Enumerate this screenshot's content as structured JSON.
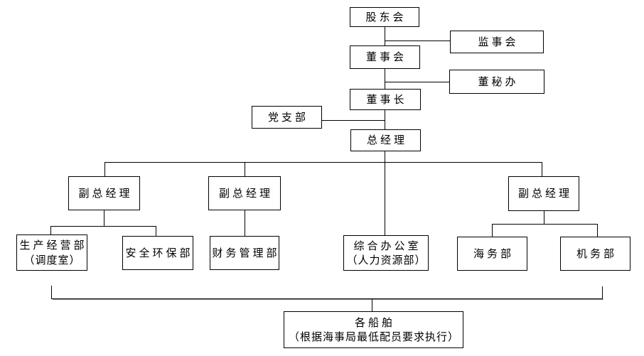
{
  "nodes": {
    "shareholders_meeting": {
      "label": "股东会"
    },
    "supervisory_board": {
      "label": "监事会"
    },
    "board_of_directors": {
      "label": "董事会"
    },
    "board_secretary_office": {
      "label": "董秘办"
    },
    "chairman": {
      "label": "董事长"
    },
    "party_branch": {
      "label": "党支部"
    },
    "general_manager": {
      "label": "总经理"
    },
    "deputy_gm_1": {
      "label": "副总经理"
    },
    "deputy_gm_2": {
      "label": "副总经理"
    },
    "deputy_gm_3": {
      "label": "副总经理"
    },
    "production_operations_dept": {
      "label": "生产经营部",
      "sublabel": "（调度室）"
    },
    "safety_environment_dept": {
      "label": "安全环保部"
    },
    "finance_management_dept": {
      "label": "财务管理部"
    },
    "general_office": {
      "label": "综合办公室",
      "sublabel": "（人力资源部）"
    },
    "marine_dept": {
      "label": "海务部"
    },
    "engineering_dept": {
      "label": "机务部"
    },
    "vessels": {
      "label": "各船舶",
      "sublabel": "（根据海事局最低配员要求执行）"
    }
  },
  "hierarchy": {
    "edges": [
      {
        "from": "股东会",
        "to": "董事会"
      },
      {
        "from": "股东会-董事会连线",
        "to": "监事会",
        "type": "side"
      },
      {
        "from": "董事会",
        "to": "董事长"
      },
      {
        "from": "董事会-董事长连线",
        "to": "董秘办",
        "type": "side"
      },
      {
        "from": "董事长",
        "to": "总经理"
      },
      {
        "from": "董事长-总经理连线",
        "to": "党支部",
        "type": "side"
      },
      {
        "from": "总经理",
        "to": "副总经理(左)"
      },
      {
        "from": "总经理",
        "to": "副总经理(中)"
      },
      {
        "from": "总经理",
        "to": "副总经理(右)"
      },
      {
        "from": "总经理",
        "to": "综合办公室（人力资源部）"
      },
      {
        "from": "副总经理(左)",
        "to": "生产经营部（调度室）"
      },
      {
        "from": "副总经理(左)",
        "to": "安全环保部"
      },
      {
        "from": "副总经理(中)",
        "to": "财务管理部"
      },
      {
        "from": "副总经理(右)",
        "to": "海务部"
      },
      {
        "from": "副总经理(右)",
        "to": "机务部"
      },
      {
        "from": "各部门",
        "to": "各船舶（根据海事局最低配员要求执行）"
      }
    ]
  },
  "colors": {
    "background": "#ffffff",
    "box_border": "#000000",
    "box_fill": "#ffffff",
    "text": "#000000",
    "connector": "#000000",
    "bottom_rail_shadow": "#8f8f8f"
  }
}
